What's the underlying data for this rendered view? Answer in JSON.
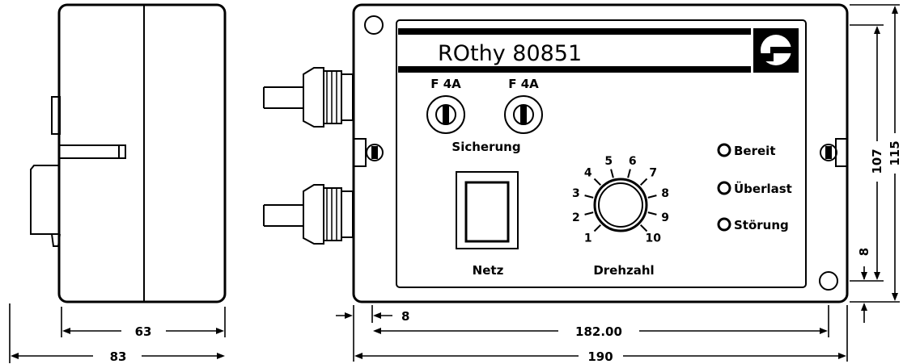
{
  "device": {
    "name": "ROthy 80851",
    "fuse_left_label": "F 4A",
    "fuse_right_label": "F 4A",
    "fuse_group_label": "Sicherung",
    "switch_label": "Netz",
    "knob_label": "Drehzahl",
    "scale": [
      "1",
      "2",
      "3",
      "4",
      "5",
      "6",
      "7",
      "8",
      "9",
      "10"
    ],
    "indicators": [
      "Bereit",
      "Überlast",
      "Störung"
    ]
  },
  "dimensions": {
    "side_inner_width": "63",
    "side_outer_width": "83",
    "front_offset": "8",
    "front_inner_width": "182.00",
    "front_outer_width": "190",
    "height_inner": "107",
    "height_outer": "115",
    "right_offset": "8"
  }
}
